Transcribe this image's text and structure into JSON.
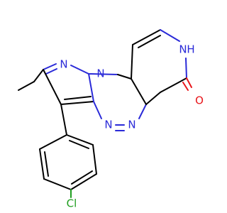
{
  "molecule": {
    "atoms": {
      "n_ring_top": "N",
      "n_ring_bridge": "N",
      "n_triazine_left": "N",
      "n_triazine_right": "N",
      "n_lactam": "N",
      "h_lactam": "H",
      "o_carbonyl": "O",
      "cl_substituent": "Cl"
    },
    "colors": {
      "carbon_bond": "#000000",
      "nitrogen": "#2a2ad8",
      "oxygen": "#e8161b",
      "chlorine": "#1f9e1f",
      "background": "#ffffff"
    }
  }
}
